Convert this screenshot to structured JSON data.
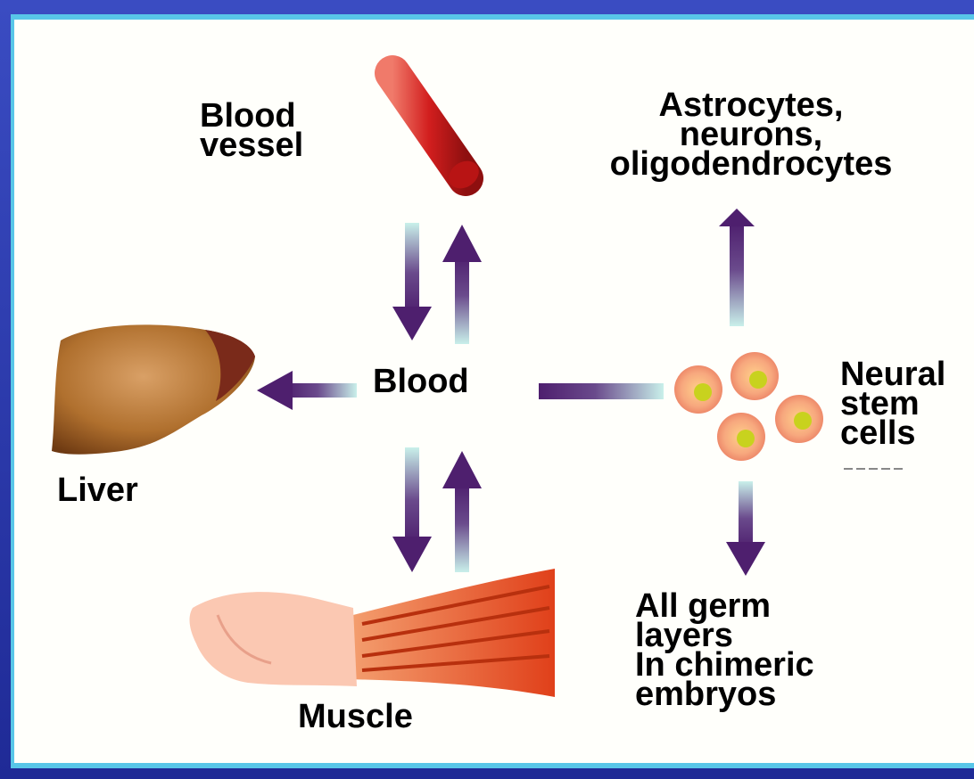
{
  "labels": {
    "blood_vessel": "Blood\nvessel",
    "astrocytes": "Astrocytes,\nneurons,\noligodendrocytes",
    "blood": "Blood",
    "liver": "Liver",
    "neural_stem_cells": "Neural\nstem\ncells",
    "muscle": "Muscle",
    "germ_layers": "All germ\nlayers\nIn chimeric\nembryos"
  },
  "colors": {
    "arrow": "#4e1f6e",
    "arrow_fade": "#c9f0ea",
    "frame": "#2b33a3",
    "border": "#58c6e8",
    "vessel": "#d21e1e",
    "liver": "#9a5a1c",
    "muscle": "#e8501f",
    "cell_outer": "#f5a27a",
    "cell_nucleus": "#c8d21e"
  }
}
